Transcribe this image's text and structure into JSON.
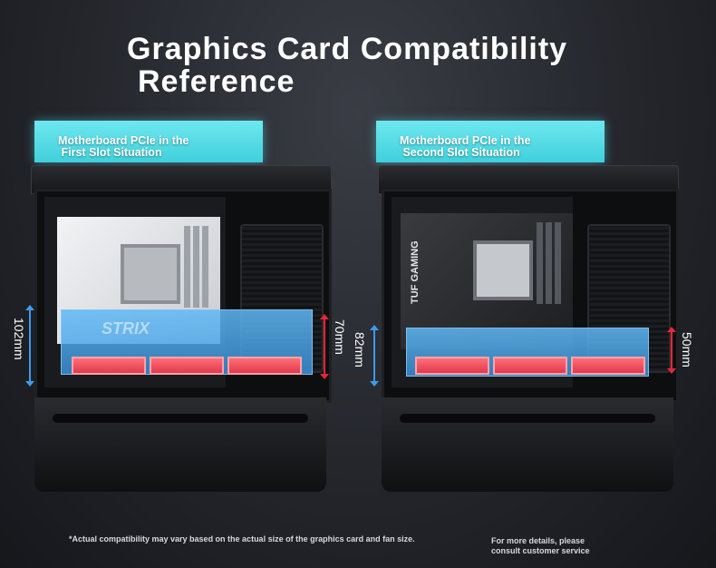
{
  "title": {
    "line1": "Graphics Card Compatibility",
    "line2": "Reference"
  },
  "panels": [
    {
      "banner": "Motherboard PCIe in the\n First Slot Situation",
      "board_label": "STRIX",
      "gpu_clearance": "102mm",
      "gpu_height": "70mm"
    },
    {
      "banner": "Motherboard PCIe in the\n Second Slot Situation",
      "board_label": "TUF GAMING",
      "gpu_clearance": "82mm",
      "gpu_height": "50mm"
    }
  ],
  "footnote": {
    "main": "*Actual compatibility may vary based on the actual size of the graphics card and fan size.",
    "contact": "For more details, please\nconsult customer service"
  },
  "colors": {
    "banner": "#4fd8e3",
    "gpu": "#4aa3ea",
    "pad": "#ef4a5a",
    "arrow_blue": "#3b9bef",
    "arrow_red": "#e8263a"
  }
}
